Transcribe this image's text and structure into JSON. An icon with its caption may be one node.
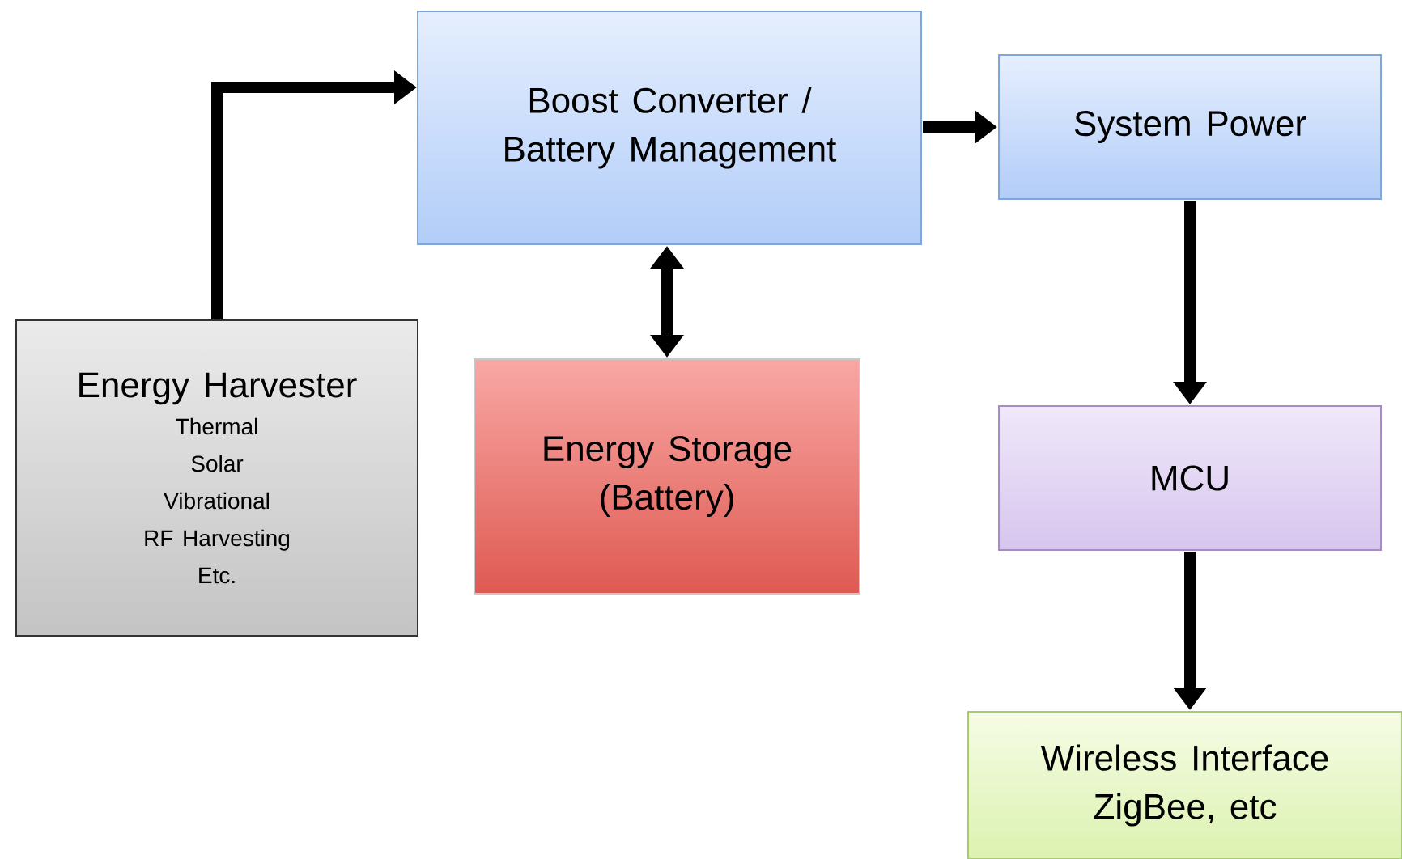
{
  "diagram": {
    "nodes": [
      {
        "text": [
          "Energy Harvester",
          "Thermal",
          "Solar",
          "Vibrational",
          "RF Harvesting",
          "Etc."
        ]
      },
      {
        "text": [
          "Boost Converter / Battery Management"
        ]
      },
      {
        "text": [
          "System Power"
        ]
      },
      {
        "text": [
          "Energy Storage (Battery)"
        ]
      },
      {
        "text": [
          "MCU"
        ]
      },
      {
        "text": [
          "Wireless Interface ZigBee, etc"
        ]
      }
    ],
    "edges": [
      {
        "from": 0,
        "to": 1,
        "arrow": "to"
      },
      {
        "from": 1,
        "to": 2,
        "arrow": "to"
      },
      {
        "from": 1,
        "to": 3,
        "arrow": "both"
      },
      {
        "from": 2,
        "to": 4,
        "arrow": "to"
      },
      {
        "from": 4,
        "to": 5,
        "arrow": "to"
      }
    ]
  }
}
